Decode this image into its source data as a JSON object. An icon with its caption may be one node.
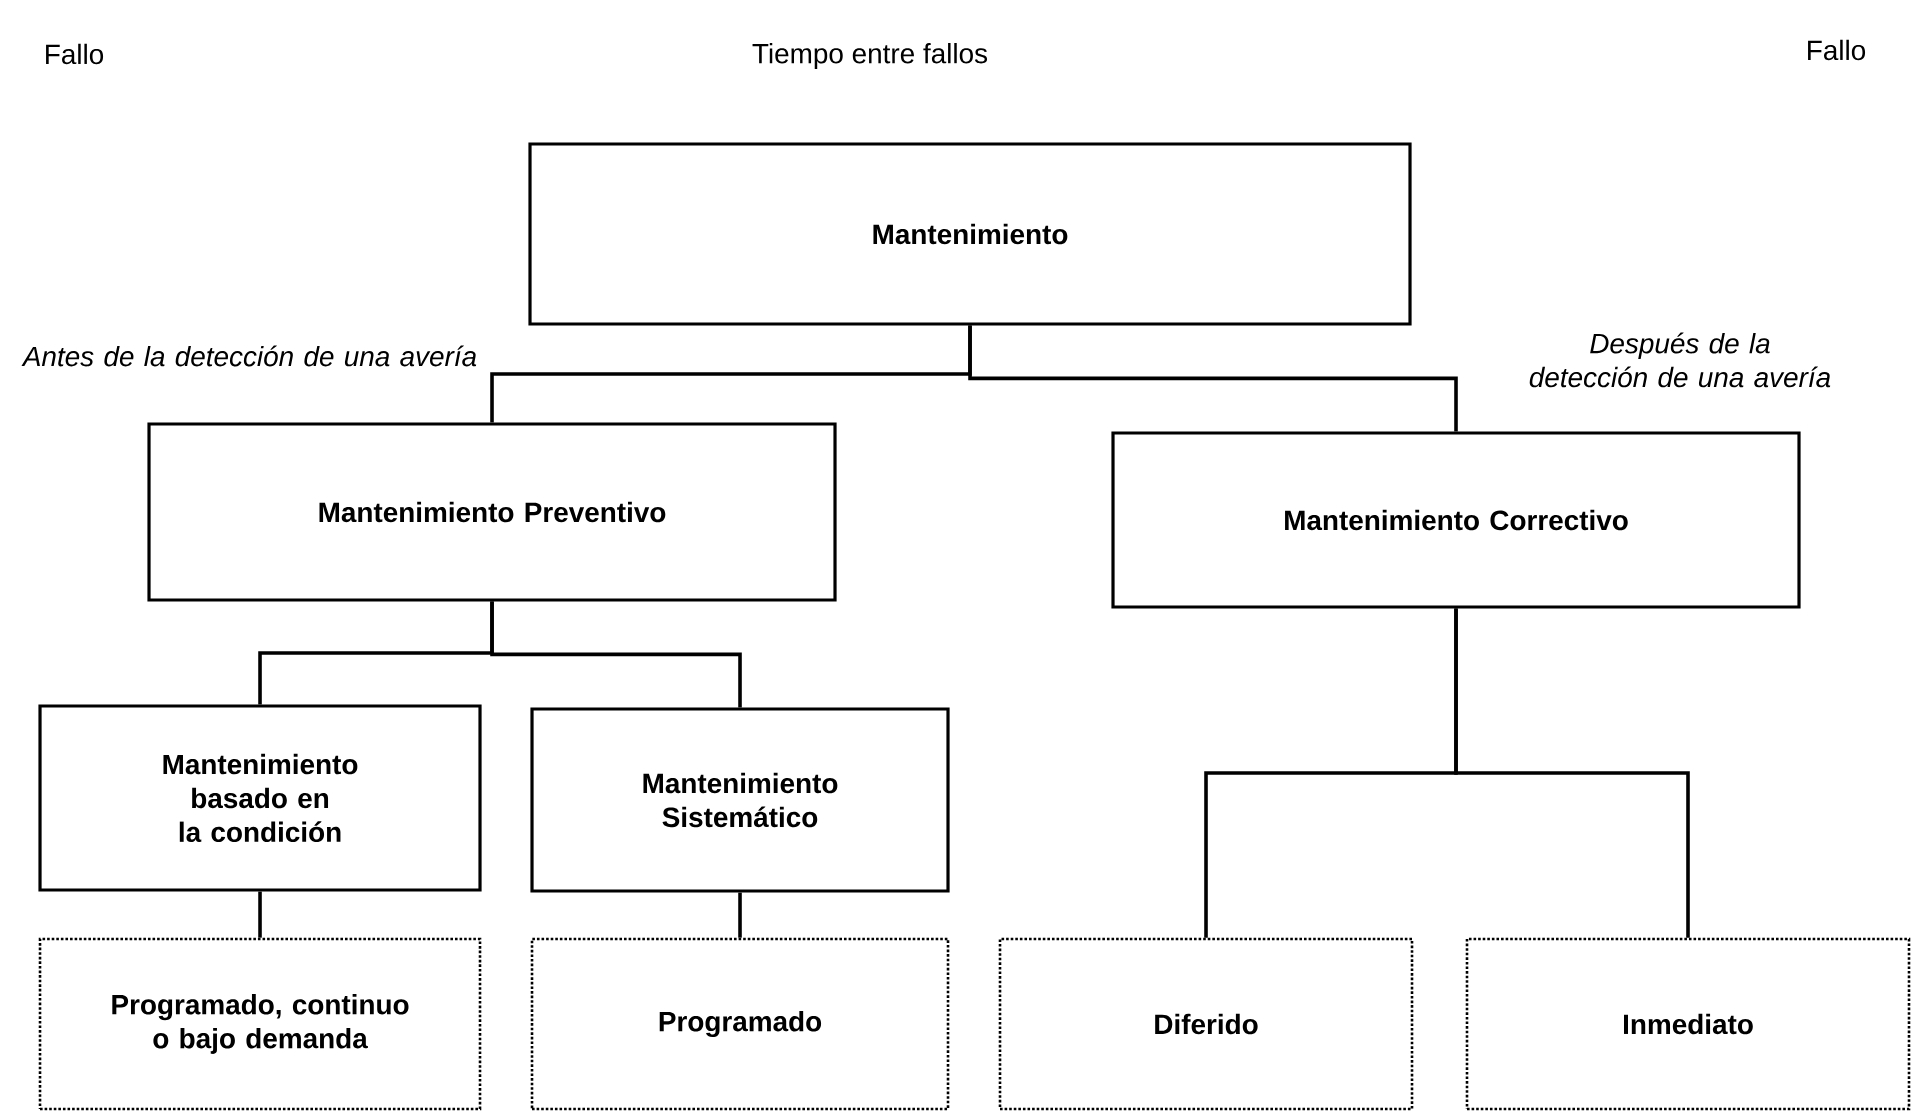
{
  "diagram": {
    "nodes": [
      {
        "text": [
          "Mantenimiento"
        ]
      },
      {
        "text": [
          "Mantenimiento Preventivo"
        ],
        "beside": [
          "Antes de la detección de una avería"
        ]
      },
      {
        "text": [
          "Mantenimiento Correctivo"
        ],
        "beside": [
          "Después de la detección de una avería"
        ]
      },
      {
        "text": [
          "Mantenimiento basado en la condición"
        ]
      },
      {
        "text": [
          "Mantenimiento Sistemático"
        ]
      },
      {
        "text": [
          "Programado, continuo o bajo demanda"
        ]
      },
      {
        "text": [
          "Programado"
        ]
      },
      {
        "text": [
          "Diferido"
        ]
      },
      {
        "text": [
          "Inmediato"
        ]
      }
    ],
    "edges": [
      {
        "from": 0,
        "to": 1,
        "arrow": "none"
      },
      {
        "from": 0,
        "to": 2,
        "arrow": "none"
      },
      {
        "from": 1,
        "to": 3,
        "arrow": "none"
      },
      {
        "from": 1,
        "to": 4,
        "arrow": "none"
      },
      {
        "from": 3,
        "to": 5,
        "arrow": "none"
      },
      {
        "from": 4,
        "to": 6,
        "arrow": "none"
      },
      {
        "from": 2,
        "to": 7,
        "arrow": "none"
      },
      {
        "from": 2,
        "to": 8,
        "arrow": "none"
      }
    ],
    "labels": [
      "Fallo",
      "Tiempo entre fallos",
      "Fallo"
    ]
  }
}
